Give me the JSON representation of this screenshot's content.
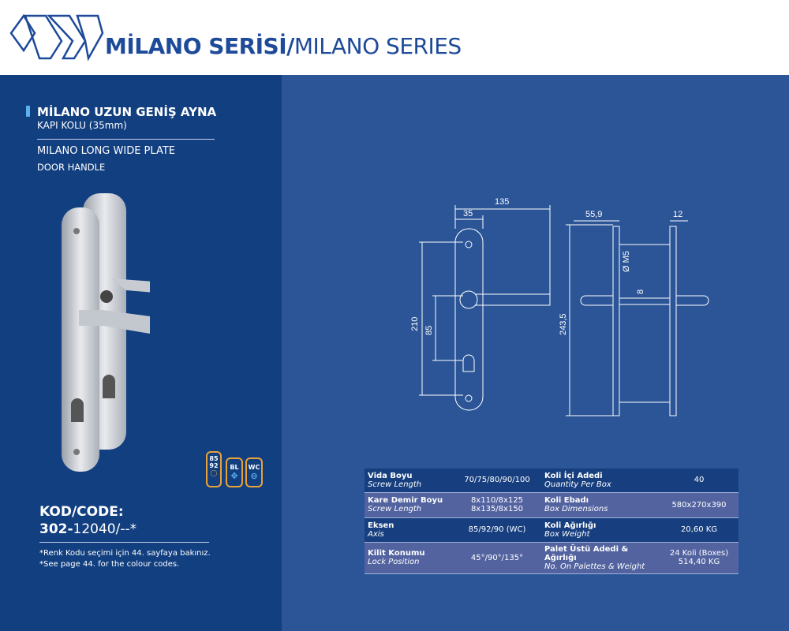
{
  "header": {
    "title_bold": "MİLANO SERİSİ/",
    "title_regular": "MILANO SERIES"
  },
  "product": {
    "title_tr": "MİLANO UZUN GENİŞ AYNA",
    "subtitle_tr": "KAPI KOLU (35mm)",
    "title_en": "MILANO LONG WIDE PLATE",
    "subtitle_en": "DOOR HANDLE"
  },
  "badges": {
    "axis_top": "85",
    "axis_bottom": "92",
    "bl": "BL",
    "wc": "WC"
  },
  "code": {
    "label": "KOD/CODE:",
    "prefix": "302-",
    "number": "12040/--*"
  },
  "notes": [
    "*Renk Kodu seçimi için 44. sayfaya bakınız.",
    "*See page 44. for the colour codes."
  ],
  "drawing": {
    "front": {
      "width": "135",
      "offset": "35",
      "height": "210",
      "axis": "85"
    },
    "side": {
      "depth": "55,9",
      "plate": "12",
      "height": "243,5",
      "screw": "Ø M5",
      "spindle": "8"
    }
  },
  "specs": [
    {
      "l_tr": "Vida Boyu",
      "l_en": "Screw Length",
      "l_val": [
        "70/75/80/90/100"
      ],
      "r_tr": "Koli İçi Adedi",
      "r_en": "Quantity Per Box",
      "r_val": [
        "40"
      ]
    },
    {
      "l_tr": "Kare Demir Boyu",
      "l_en": "Screw Length",
      "l_val": [
        "8x110/8x125",
        "8x135/8x150"
      ],
      "r_tr": "Koli Ebadı",
      "r_en": "Box Dimensions",
      "r_val": [
        "580x270x390"
      ]
    },
    {
      "l_tr": "Eksen",
      "l_en": "Axis",
      "l_val": [
        "85/92/90 (WC)"
      ],
      "r_tr": "Koli Ağırlığı",
      "r_en": "Box Weight",
      "r_val": [
        "20,60 KG"
      ]
    },
    {
      "l_tr": "Kilit Konumu",
      "l_en": "Lock Position",
      "l_val": [
        "45°/90°/135°"
      ],
      "r_tr": "Palet Üstü Adedi & Ağırlığı",
      "r_en": "No. On Palettes & Weight",
      "r_val": [
        "24 Koli (Boxes)",
        "514,40 KG"
      ]
    }
  ]
}
